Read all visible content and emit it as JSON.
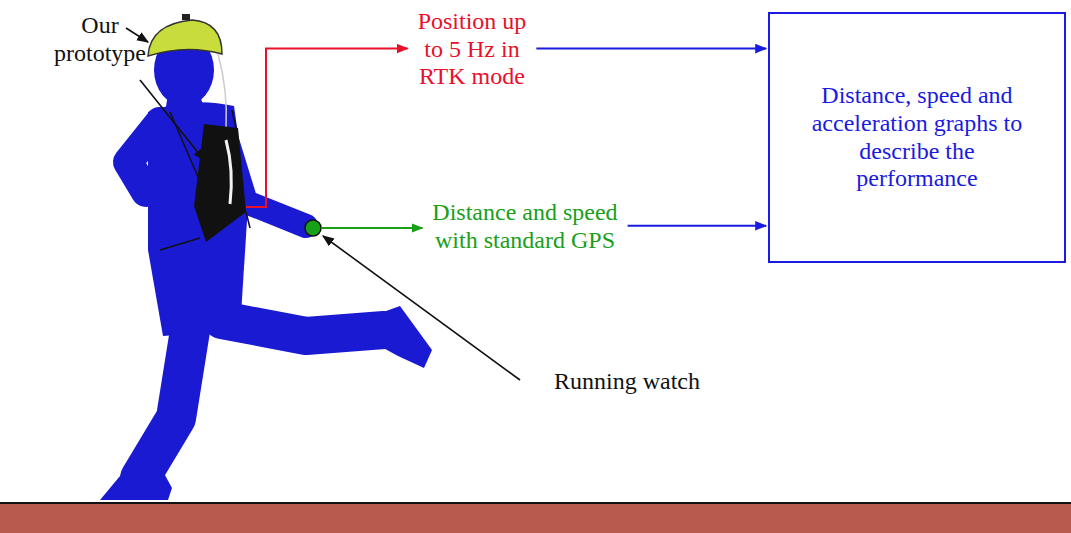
{
  "diagram": {
    "nodes": [
      {
        "text": [
          "Position up to 5 Hz in RTK mode"
        ]
      },
      {
        "text": [
          "Distance and speed with standard GPS"
        ]
      },
      {
        "text": [
          "Distance, speed and acceleration graphs to describe the performance"
        ]
      }
    ],
    "edges": [
      {
        "from": 0,
        "to": 2,
        "arrow": "to"
      },
      {
        "from": 1,
        "to": 2,
        "arrow": "to"
      }
    ],
    "labels": [
      "Our prototype",
      "Running watch"
    ]
  }
}
